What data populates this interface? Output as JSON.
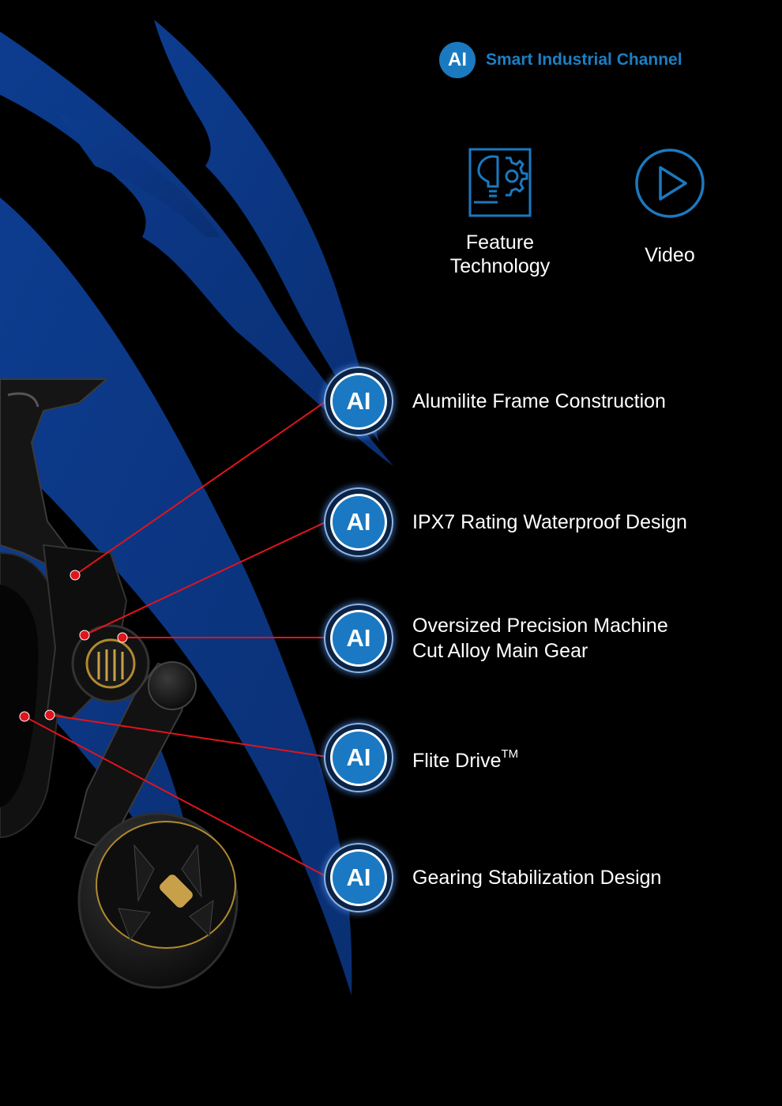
{
  "header": {
    "badge": "AI",
    "channel": "Smart Industrial Channel"
  },
  "tiles": {
    "feature": {
      "line1": "Feature",
      "line2": "Technology",
      "icon": "lightbulb-gear-icon"
    },
    "video": {
      "label": "Video",
      "icon": "play-circle-icon"
    }
  },
  "features": [
    {
      "badge": "AI",
      "text": "Alumilite Frame Construction"
    },
    {
      "badge": "AI",
      "text": "IPX7 Rating Waterproof Design"
    },
    {
      "badge": "AI",
      "line1": "Oversized Precision Machine",
      "line2": "Cut Alloy Main Gear"
    },
    {
      "badge": "AI",
      "text": "Flite Drive",
      "suffix": "TM"
    },
    {
      "badge": "AI",
      "text": "Gearing Stabilization Design"
    }
  ],
  "colors": {
    "accent": "#1b79c0",
    "swoosh": "#0e3a8a",
    "callout": "#e0141c",
    "background": "#000000"
  }
}
